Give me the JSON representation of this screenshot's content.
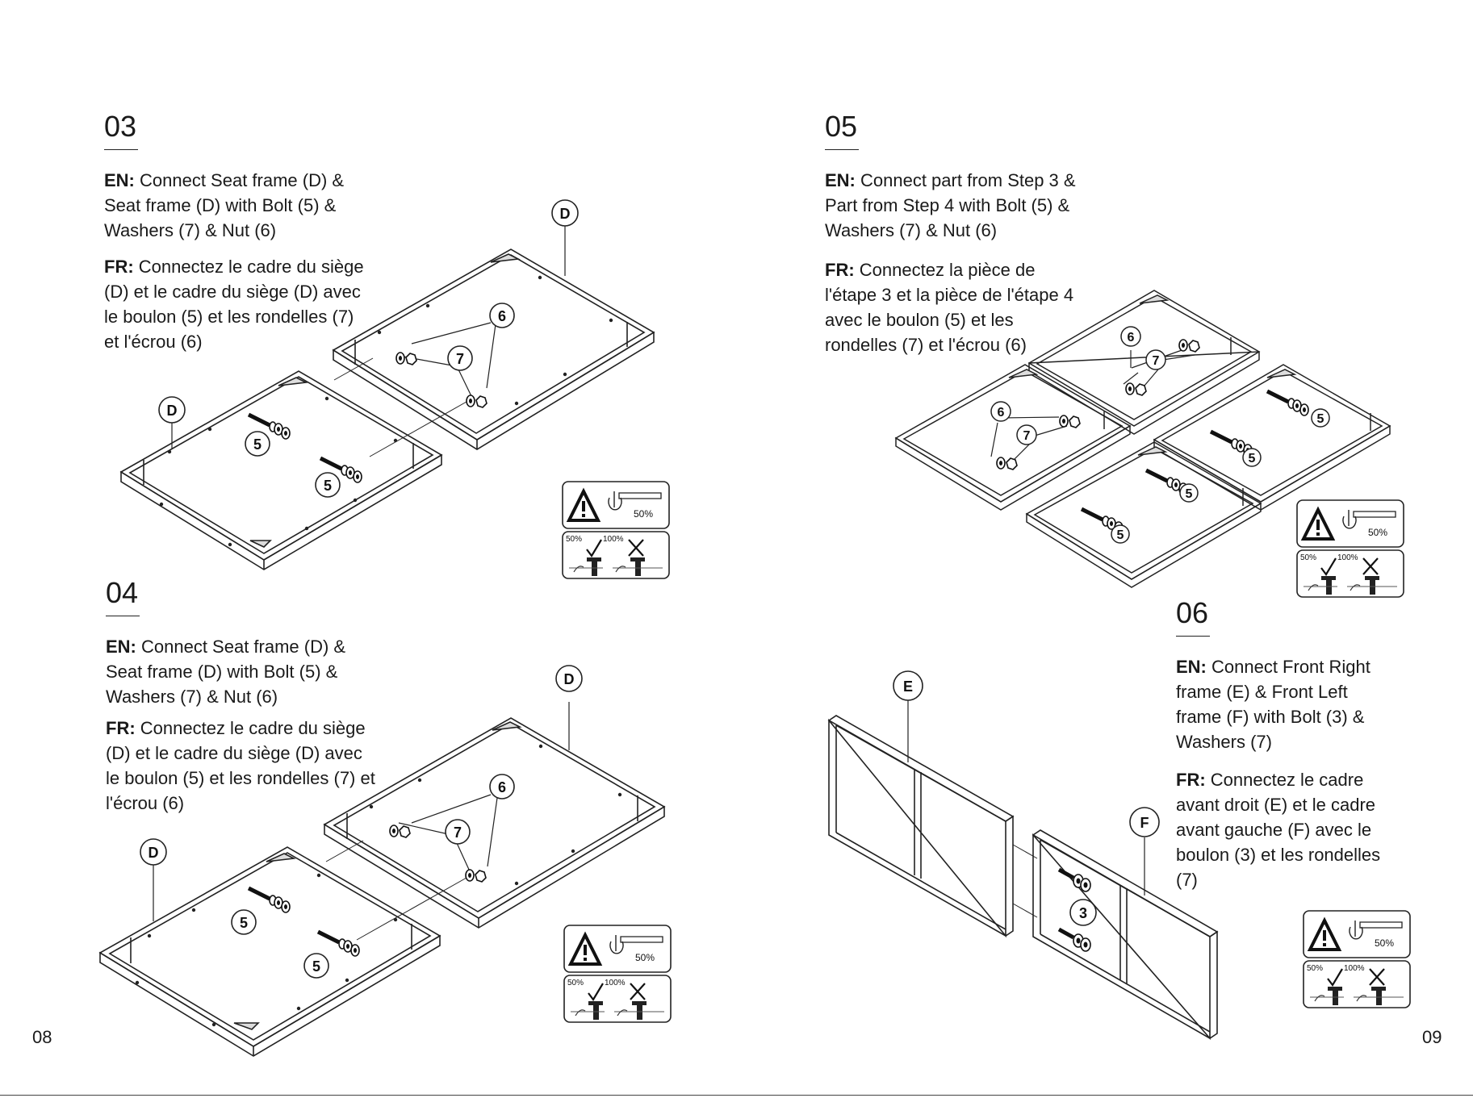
{
  "pages": {
    "left": "08",
    "right": "09"
  },
  "steps": {
    "s03": {
      "num": "03",
      "en_label": "EN:",
      "en_text": " Connect Seat frame (D) &\nSeat frame (D) with Bolt (5) &\nWashers (7) & Nut (6)",
      "fr_label": "FR:",
      "fr_text": " Connectez le cadre du siège\n(D) et le cadre du siège (D) avec\nle boulon (5) et les rondelles (7)\net l'écrou (6)"
    },
    "s04": {
      "num": "04",
      "en_label": "EN:",
      "en_text": " Connect Seat frame (D) &\nSeat frame (D) with Bolt (5) &\nWashers (7) & Nut (6)",
      "fr_label": "FR:",
      "fr_text": " Connectez le cadre du siège\n(D) et le cadre du siège (D) avec\nle boulon (5) et les rondelles (7) et\nl'écrou (6)"
    },
    "s05": {
      "num": "05",
      "en_label": "EN:",
      "en_text": " Connect part from Step 3 &\nPart from Step 4 with Bolt (5) &\nWashers (7) & Nut (6)",
      "fr_label": "FR:",
      "fr_text": " Connectez la pièce de\nl'étape 3 et la pièce de l'étape 4\navec le boulon (5) et les\nrondelles (7) et l'écrou (6)"
    },
    "s06": {
      "num": "06",
      "en_label": "EN:",
      "en_text": " Connect Front Right\nframe (E) & Front Left\nframe (F) with Bolt (3) &\nWashers (7)",
      "fr_label": "FR:",
      "fr_text": " Connectez le cadre\navant droit (E) et le cadre\navant gauche (F) avec le\nboulon (3) et les rondelles\n(7)"
    }
  },
  "callouts": {
    "seat_frame": "D",
    "bolt_a": "5",
    "washer": "7",
    "nut": "6",
    "front_right": "E",
    "front_left": "F",
    "bolt_b": "3"
  },
  "torque": {
    "half": "50%",
    "full": "100%"
  }
}
